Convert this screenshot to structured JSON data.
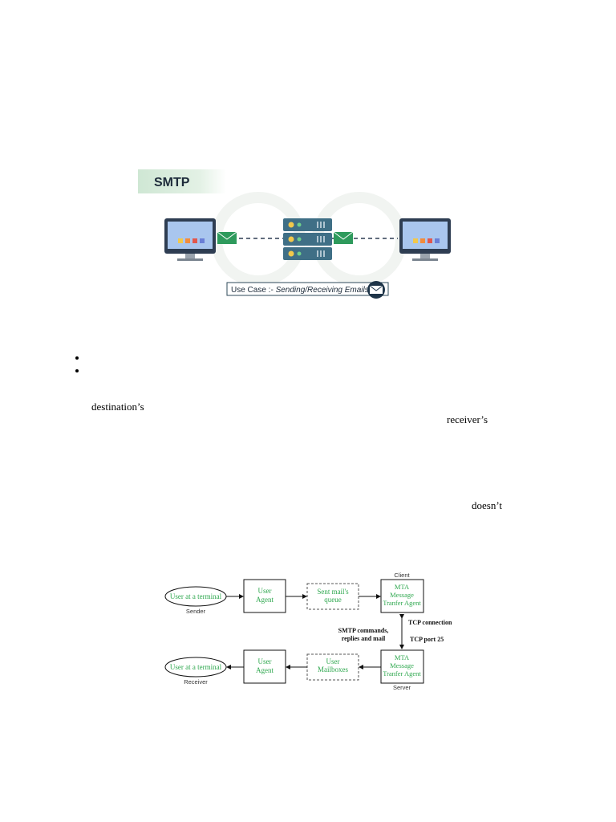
{
  "figure1": {
    "banner": "SMTP",
    "caption_prefix": "Use Case :- ",
    "caption_emphasis": "Sending/Receiving Emails",
    "colors": {
      "banner_bg": "#cfe7d4",
      "monitor_frame": "#2e3d52",
      "screen": "#a9c6ee",
      "server_body": "#3f6f86",
      "envelope": "#2e9a5c",
      "caption_border": "#2e4a5a",
      "caption_icon": "#1e3448"
    }
  },
  "text_fragments": {
    "destination": "destination’s",
    "receiver": "receiver’s",
    "doesnt": "doesn’t"
  },
  "figure2": {
    "sender_node": "User at a terminal",
    "sender_label": "Sender",
    "sender_agent_line1": "User",
    "sender_agent_line2": "Agent",
    "queue_line1": "Sent mail's",
    "queue_line2": "queue",
    "client_label": "Client",
    "client_mta_line1": "MTA",
    "client_mta_line2": "Message",
    "client_mta_line3": "Tranfer Agent",
    "tcp_connection": "TCP connection",
    "tcp_port": "TCP port 25",
    "smtp_line1": "SMTP commands,",
    "smtp_line2": "replies and mail",
    "receiver_node": "User at a terminal",
    "receiver_label": "Receiver",
    "receiver_agent_line1": "User",
    "receiver_agent_line2": "Agent",
    "mailboxes_line1": "User",
    "mailboxes_line2": "Mailboxes",
    "server_mta_line1": "MTA",
    "server_mta_line2": "Message",
    "server_mta_line3": "Tranfer Agent",
    "server_label": "Server",
    "colors": {
      "green_text": "#2fa84f",
      "line": "#111111"
    }
  }
}
